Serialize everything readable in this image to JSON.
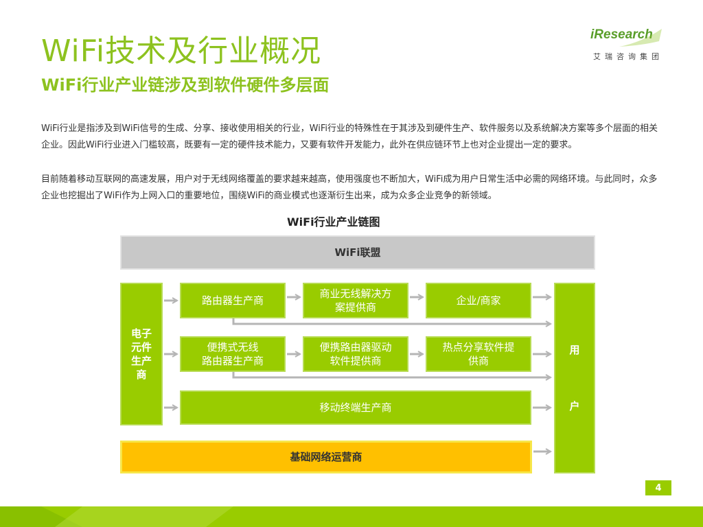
{
  "header": {
    "title": "WiFi技术及行业概况",
    "subtitle": "WiFi行业产业链涉及到软件硬件多层面"
  },
  "logo": {
    "brand": "iResearch",
    "cn_name": "艾瑞咨询集团"
  },
  "body": {
    "paragraph1": "WiFi行业是指涉及到WiFi信号的生成、分享、接收使用相关的行业，WiFi行业的特殊性在于其涉及到硬件生产、软件服务以及系统解决方案等多个层面的相关企业。因此WiFi行业进入门槛较高，既要有一定的硬件技术能力，又要有软件开发能力，此外在供应链环节上也对企业提出一定的要求。",
    "paragraph2": "目前随着移动互联网的高速发展，用户对于无线网络覆盖的要求越来越高，使用强度也不断加大，WiFi成为用户日常生活中必需的网络环境。与此同时，众多企业也挖掘出了WiFi作为上网入口的重要地位，围绕WiFi的商业模式也逐渐衍生出来，成为众多企业竞争的新领域。"
  },
  "diagram": {
    "title": "WiFi行业产业链图",
    "alliance": "WiFi联盟",
    "left_node": "电子\n元件\n生产\n商",
    "right_node_top": "用",
    "right_node_bottom": "户",
    "row1": [
      "路由器生产商",
      "商业无线解决方\n案提供商",
      "企业/商家"
    ],
    "row2": [
      "便携式无线\n路由器生产商",
      "便携路由器驱动\n软件提供商",
      "热点分享软件提\n供商"
    ],
    "row3": "移动终端生产商",
    "row4": "基础网络运营商"
  },
  "footer": {
    "page_number": "4"
  },
  "colors": {
    "accent_green": "#99cc00",
    "title_green": "#8dc21f",
    "gray_band": "#c8c8c8",
    "operator_yellow": "#ffc000",
    "arrow_gray": "#b5b5b5"
  }
}
